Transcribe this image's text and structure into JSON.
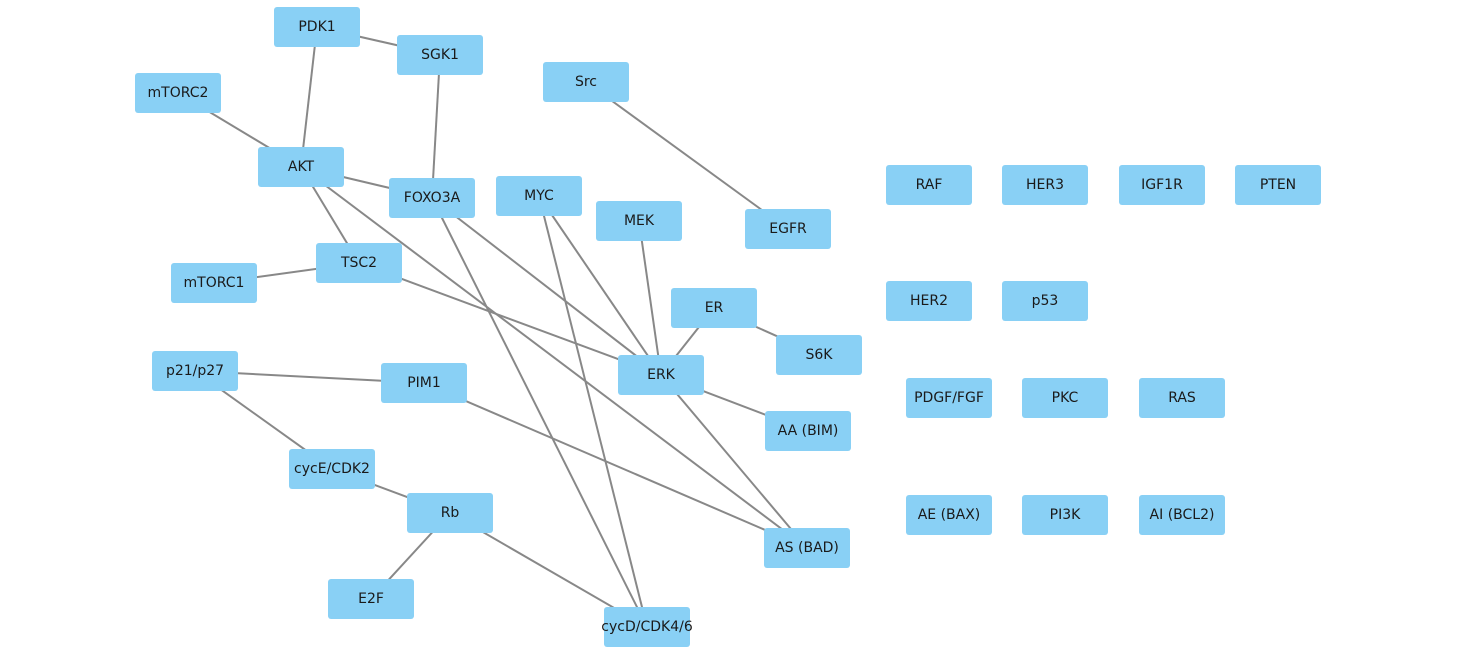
{
  "node_color": "#89d0f5",
  "edge_color": "#888888",
  "nodes": [
    {
      "id": "PDK1",
      "label": "PDK1"
    },
    {
      "id": "SGK1",
      "label": "SGK1"
    },
    {
      "id": "mTORC2",
      "label": "mTORC2"
    },
    {
      "id": "Src",
      "label": "Src"
    },
    {
      "id": "AKT",
      "label": "AKT"
    },
    {
      "id": "FOXO3A",
      "label": "FOXO3A"
    },
    {
      "id": "MYC",
      "label": "MYC"
    },
    {
      "id": "MEK",
      "label": "MEK"
    },
    {
      "id": "EGFR",
      "label": "EGFR"
    },
    {
      "id": "TSC2",
      "label": "TSC2"
    },
    {
      "id": "mTORC1",
      "label": "mTORC1"
    },
    {
      "id": "ER",
      "label": "ER"
    },
    {
      "id": "S6K",
      "label": "S6K"
    },
    {
      "id": "ERK",
      "label": "ERK"
    },
    {
      "id": "p21p27",
      "label": "p21/p27"
    },
    {
      "id": "PIM1",
      "label": "PIM1"
    },
    {
      "id": "AA",
      "label": "AA (BIM)"
    },
    {
      "id": "cycECDK2",
      "label": "cycE/CDK2"
    },
    {
      "id": "Rb",
      "label": "Rb"
    },
    {
      "id": "AS",
      "label": "AS (BAD)"
    },
    {
      "id": "E2F",
      "label": "E2F"
    },
    {
      "id": "cycDCDK46",
      "label": "cycD/CDK4/6"
    },
    {
      "id": "RAF",
      "label": "RAF"
    },
    {
      "id": "HER3",
      "label": "HER3"
    },
    {
      "id": "IGF1R",
      "label": "IGF1R"
    },
    {
      "id": "PTEN",
      "label": "PTEN"
    },
    {
      "id": "HER2",
      "label": "HER2"
    },
    {
      "id": "p53",
      "label": "p53"
    },
    {
      "id": "PDGFFGF",
      "label": "PDGF/FGF"
    },
    {
      "id": "PKC",
      "label": "PKC"
    },
    {
      "id": "RAS",
      "label": "RAS"
    },
    {
      "id": "AE",
      "label": "AE (BAX)"
    },
    {
      "id": "PI3K",
      "label": "PI3K"
    },
    {
      "id": "AI",
      "label": "AI (BCL2)"
    }
  ],
  "edges": [
    {
      "from": "PDK1",
      "to": "SGK1"
    },
    {
      "from": "PDK1",
      "to": "AKT"
    },
    {
      "from": "SGK1",
      "to": "FOXO3A"
    },
    {
      "from": "mTORC2",
      "to": "AKT"
    },
    {
      "from": "AKT",
      "to": "FOXO3A"
    },
    {
      "from": "AKT",
      "to": "TSC2"
    },
    {
      "from": "AKT",
      "to": "AS"
    },
    {
      "from": "Src",
      "to": "EGFR"
    },
    {
      "from": "TSC2",
      "to": "mTORC1"
    },
    {
      "from": "TSC2",
      "to": "ERK"
    },
    {
      "from": "FOXO3A",
      "to": "ERK"
    },
    {
      "from": "FOXO3A",
      "to": "cycDCDK46"
    },
    {
      "from": "MYC",
      "to": "ERK"
    },
    {
      "from": "MYC",
      "to": "cycDCDK46"
    },
    {
      "from": "MEK",
      "to": "ERK"
    },
    {
      "from": "ER",
      "to": "ERK"
    },
    {
      "from": "ER",
      "to": "S6K"
    },
    {
      "from": "ERK",
      "to": "AA"
    },
    {
      "from": "ERK",
      "to": "AS"
    },
    {
      "from": "p21p27",
      "to": "PIM1"
    },
    {
      "from": "p21p27",
      "to": "cycECDK2"
    },
    {
      "from": "PIM1",
      "to": "AS"
    },
    {
      "from": "cycECDK2",
      "to": "Rb"
    },
    {
      "from": "Rb",
      "to": "E2F"
    },
    {
      "from": "Rb",
      "to": "cycDCDK46"
    }
  ]
}
